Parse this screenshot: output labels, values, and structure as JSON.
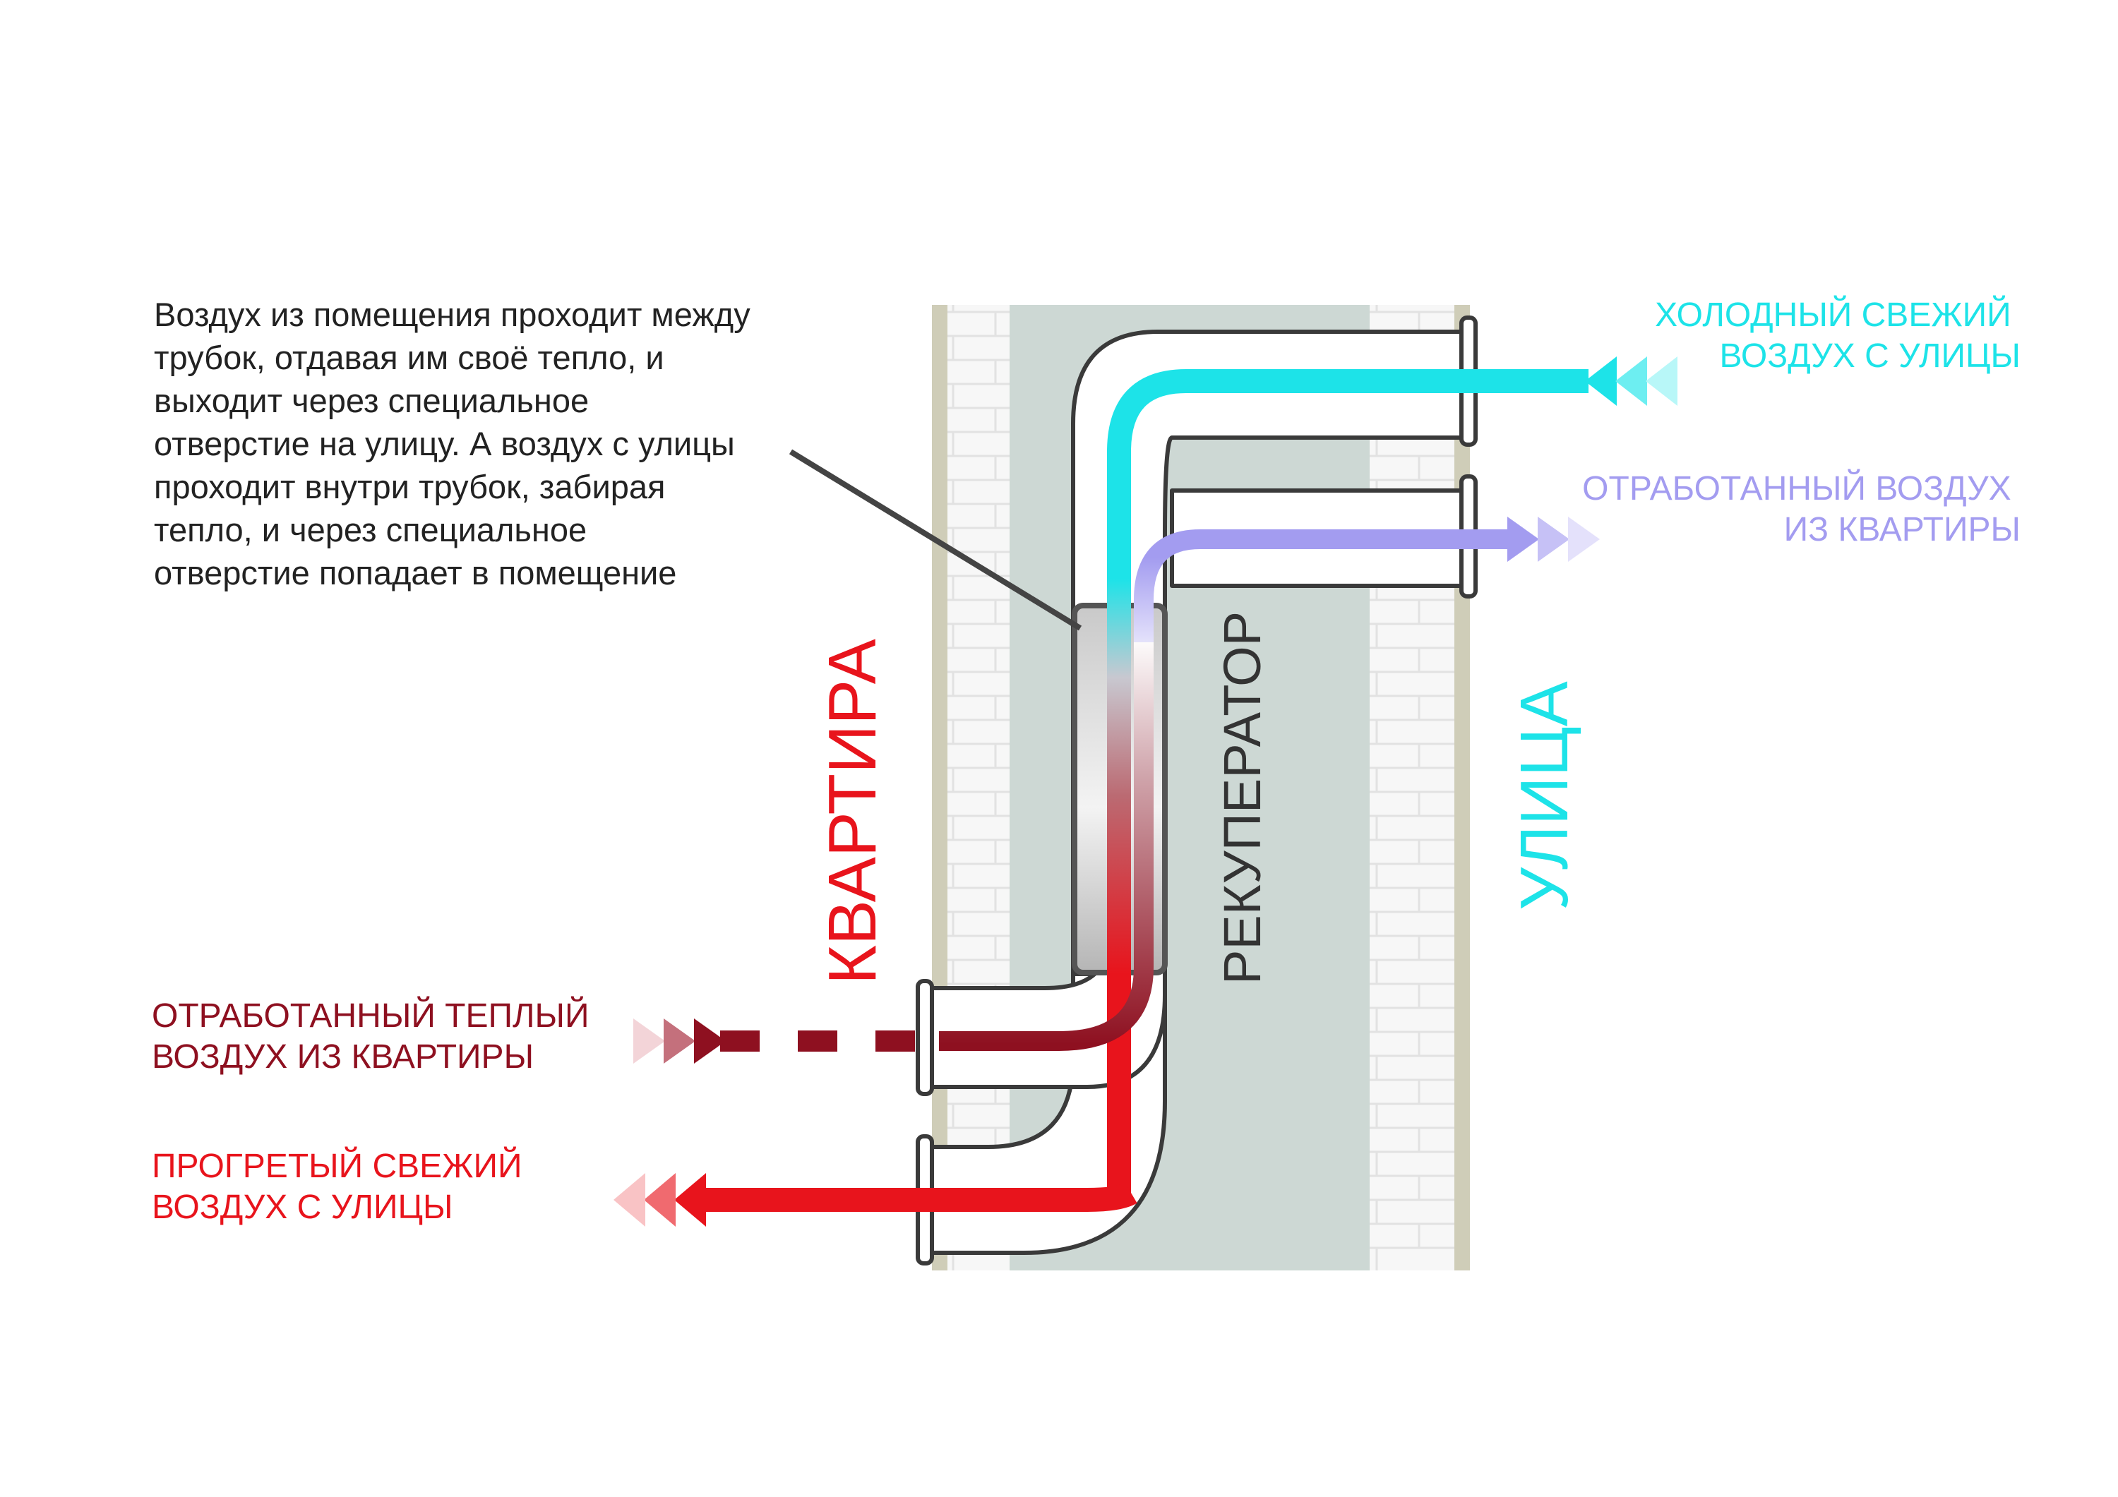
{
  "description_text": [
    "Воздух из помещения проходит между",
    "трубок, отдавая им своё тепло, и",
    "выходит через специальное",
    "отверстие на улицу. А воздух с улицы",
    "проходит внутри трубок, забирая",
    "тепло, и через специальное",
    "отверстие попадает в помещение"
  ],
  "side_labels": {
    "apartment": "КВАРТИРА",
    "recuperator": "РЕКУПЕРАТОР",
    "street": "УЛИЦА"
  },
  "flows": {
    "cold_fresh_air": [
      "ХОЛОДНЫЙ СВЕЖИЙ",
      "ВОЗДУХ С УЛИЦЫ"
    ],
    "exhaust_air_out": [
      "ОТРАБОТАННЫЙ ВОЗДУХ",
      "ИЗ КВАРТИРЫ"
    ],
    "warm_exhaust_air": [
      "ОТРАБОТАННЫЙ ТЕПЛЫЙ",
      "ВОЗДУХ ИЗ КВАРТИРЫ"
    ],
    "heated_fresh_air": [
      "ПРОГРЕТЫЙ СВЕЖИЙ",
      "ВОЗДУХ С УЛИЦЫ"
    ]
  },
  "colors": {
    "cold": "#1de3e8",
    "exhaust_cool": "#a39cf0",
    "warm_exhaust": "#8e1020",
    "heated": "#e8141c",
    "apartment_label": "#e8141c",
    "street_label": "#1de3e8",
    "text": "#222222"
  }
}
